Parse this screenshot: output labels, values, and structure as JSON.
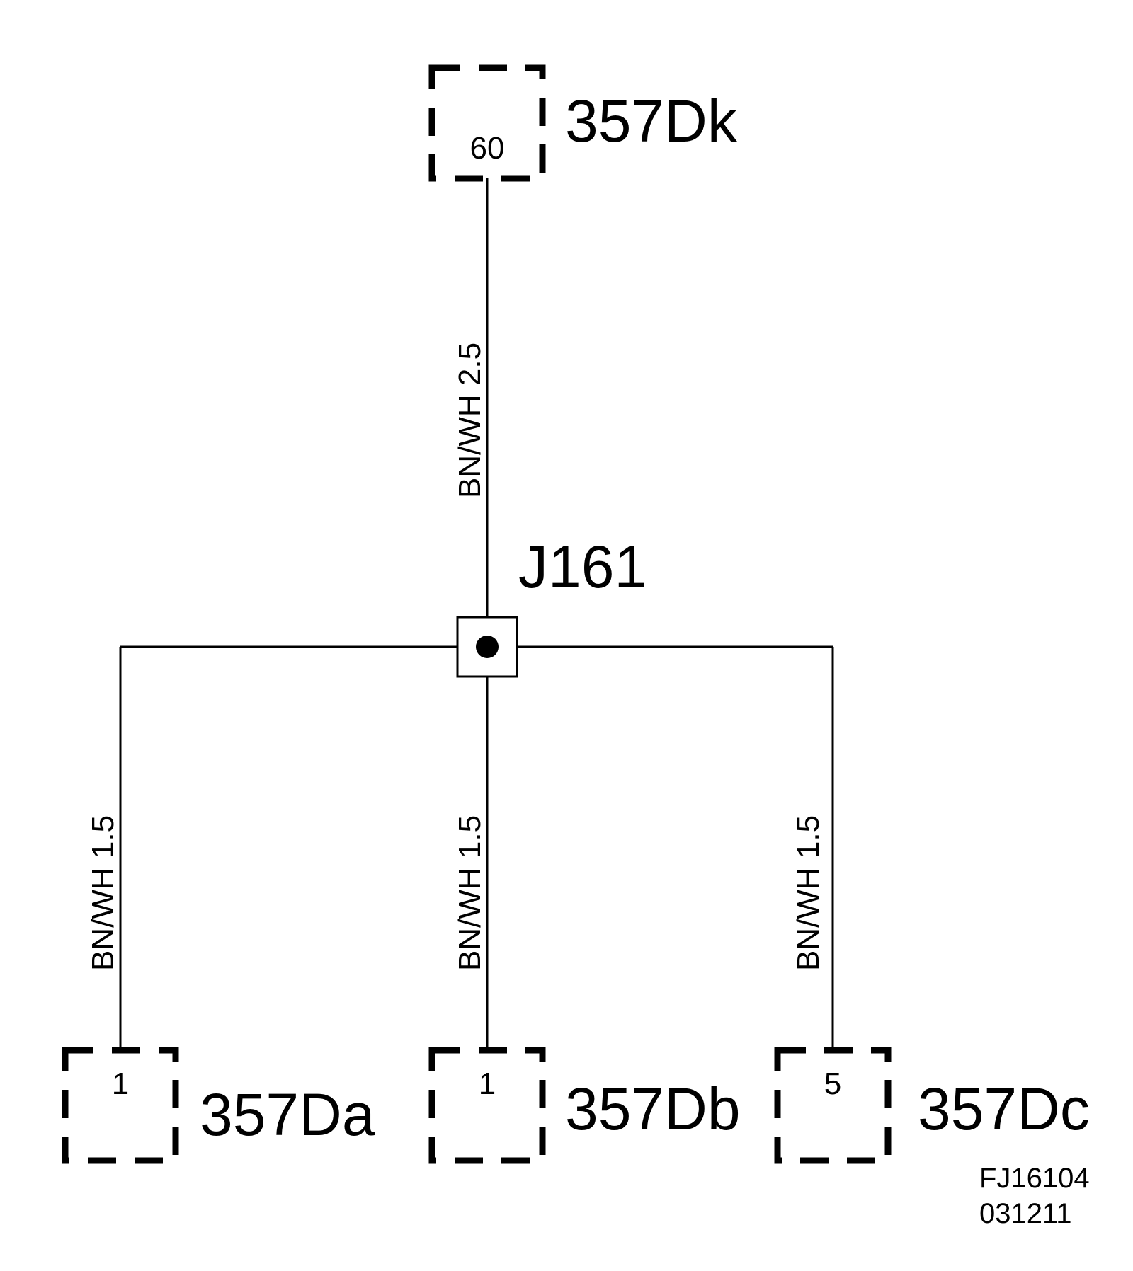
{
  "connectors": {
    "top": {
      "name": "357Dk",
      "pin": "60"
    },
    "left": {
      "name": "357Da",
      "pin": "1"
    },
    "center": {
      "name": "357Db",
      "pin": "1"
    },
    "right": {
      "name": "357Dc",
      "pin": "5"
    }
  },
  "splice": {
    "name": "J161"
  },
  "wires": {
    "top": {
      "label": "BN/WH  2.5"
    },
    "left": {
      "label": "BN/WH  1.5"
    },
    "center": {
      "label": "BN/WH  1.5"
    },
    "right": {
      "label": "BN/WH  1.5"
    }
  },
  "reference": {
    "line1": "FJ16104",
    "line2": "031211"
  }
}
